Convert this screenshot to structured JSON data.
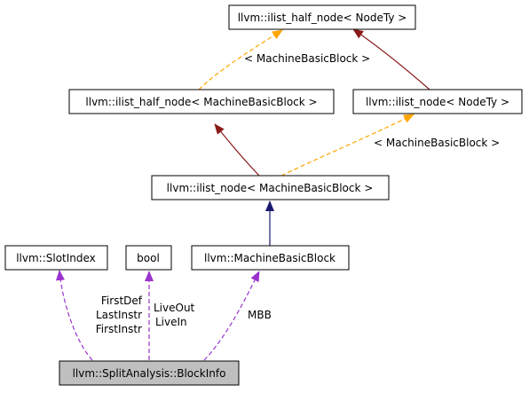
{
  "nodes": {
    "ilist_half_node_nodety": "llvm::ilist_half_node< NodeTy >",
    "ilist_half_node_mbb": "llvm::ilist_half_node< MachineBasicBlock >",
    "ilist_node_nodety": "llvm::ilist_node< NodeTy >",
    "ilist_node_mbb": "llvm::ilist_node< MachineBasicBlock >",
    "slot_index": "llvm::SlotIndex",
    "bool_type": "bool",
    "machine_basic_block": "llvm::MachineBasicBlock",
    "block_info": "llvm::SplitAnalysis::BlockInfo"
  },
  "edge_labels": {
    "half_node_template_arg": "< MachineBasicBlock >",
    "ilist_node_template_arg": "< MachineBasicBlock >",
    "slot_index_members": [
      "FirstDef",
      "LastInstr",
      "FirstInstr"
    ],
    "bool_members": [
      "LiveOut",
      "LiveIn"
    ],
    "mbb_member": "MBB"
  },
  "colors": {
    "inheritance_public": "#8b1a1a",
    "inheritance_navy": "#191970",
    "template_instance": "#ffa500",
    "usage": "#9a32cd",
    "node_border": "#000000",
    "highlight_fill": "#bfbfbf"
  }
}
